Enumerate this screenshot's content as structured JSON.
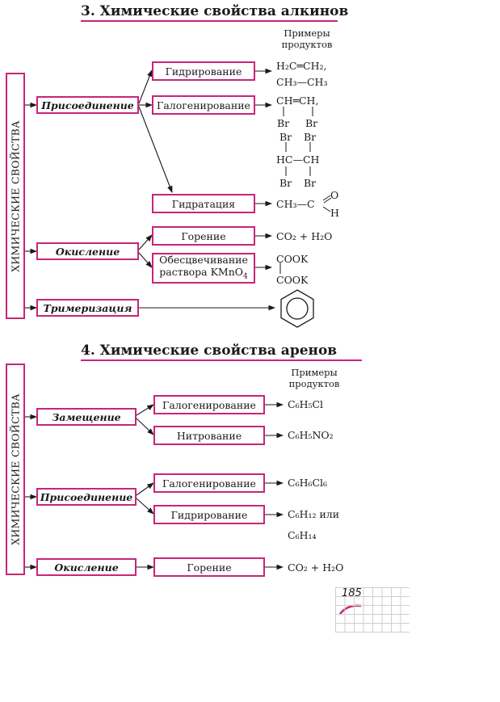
{
  "colors": {
    "accent": "#c8257a"
  },
  "alkynes": {
    "title": "3. Химические свойства алкинов",
    "side_label": "ХИМИЧЕСКИЕ  СВОЙСТВА",
    "products_header": [
      "Примеры",
      "продуктов"
    ],
    "categories": {
      "addition": "Присоединение",
      "oxidation": "Окисление",
      "trimerization": "Тримеризация"
    },
    "reactions": {
      "hydrogenation": "Гидрирование",
      "halogenation": "Галогенирование",
      "hydration": "Гидратация",
      "combustion": "Горение",
      "decolorization": [
        "Обесцвечивание",
        "раствора KMnO"
      ],
      "decolorization_sub": "4"
    },
    "products": {
      "hydrogenation_1": "H₂C═CH₂,",
      "hydrogenation_2": "CH₃—CH₃",
      "halogenation_1": "CH═CH,",
      "halogenation_br": [
        "Br",
        "Br"
      ],
      "tetrabromo_top": [
        "Br",
        "Br"
      ],
      "tetrabromo_mid": "HC—CH",
      "tetrabromo_bot": [
        "Br",
        "Br"
      ],
      "hydration": "CH₃—C",
      "hydration_o": "O",
      "hydration_h": "H",
      "combustion": "CO₂ + H₂O",
      "oxidation": [
        "COOK",
        "COOK"
      ],
      "trimerization_icon": "benzene-ring-icon"
    }
  },
  "arenes": {
    "title": "4. Химические свойства аренов",
    "side_label": "ХИМИЧЕСКИЕ  СВОЙСТВА",
    "products_header": [
      "Примеры",
      "продуктов"
    ],
    "categories": {
      "substitution": "Замещение",
      "addition": "Присоединение",
      "oxidation": "Окисление"
    },
    "reactions": {
      "halogenation_sub": "Галогенирование",
      "nitration": "Нитрование",
      "halogenation_add": "Галогенирование",
      "hydrogenation": "Гидрирование",
      "combustion": "Горение"
    },
    "products": {
      "halogenation_sub": "C₆H₅Cl",
      "nitration": "C₆H₅NO₂",
      "halogenation_add": "C₆H₆Cl₆",
      "hydrogenation_1": "C₆H₁₂ или",
      "hydrogenation_2": "C₆H₁₄",
      "combustion": "CO₂ + H₂O"
    }
  },
  "page_number": "185"
}
